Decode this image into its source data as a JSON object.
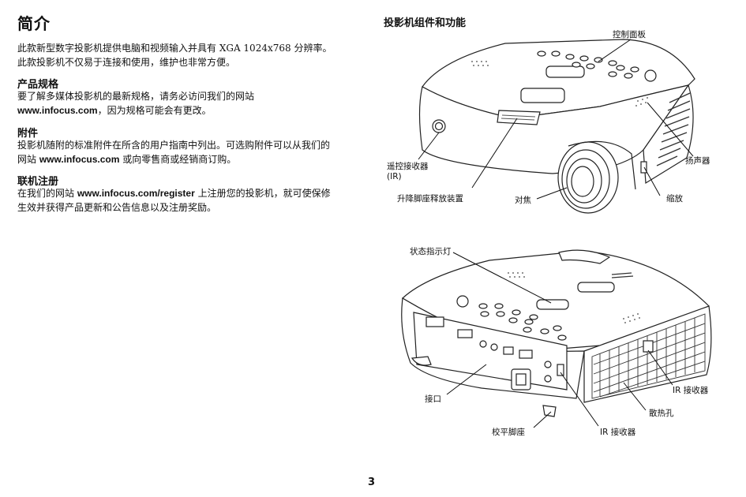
{
  "page_title": "简介",
  "intro": {
    "line1": "此款新型数字投影机提供电脑和视频输入并具有 XGA 1024x768 分辨率。",
    "line2": "此款投影机不仅易于连接和使用，维护也非常方便。"
  },
  "specs": {
    "heading": "产品规格",
    "line1": "要了解多媒体投影机的最新规格，请务必访问我们的网站",
    "link": "www.infocus.com",
    "line2_rest": "，因为规格可能会有更改。"
  },
  "accessories": {
    "heading": "附件",
    "line1": "投影机随附的标准附件在所含的用户指南中列出。可选购附件可以从我们的",
    "line2_pre": "网站 ",
    "link": "www.infocus.com",
    "line2_rest": " 或向零售商或经销商订购。"
  },
  "registration": {
    "heading": "联机注册",
    "line1_pre": "在我们的网站 ",
    "link": "www.infocus.com/register",
    "line1_rest": " 上注册您的投影机，就可使保修",
    "line2": "生效并获得产品更新和公告信息以及注册奖励。"
  },
  "figure": {
    "title": "投影机组件和功能",
    "labels": {
      "control_panel": "控制面板",
      "remote_receiver": "遥控接收器",
      "remote_receiver_ir": "(IR)",
      "elevator": "升降脚座释放装置",
      "focus": "对焦",
      "speaker": "扬声器",
      "zoom": "缩放",
      "status_light": "状态指示灯",
      "ir_receiver_right": "IR 接收器",
      "vents": "散热孔",
      "connector": "接口",
      "level_foot": "校平脚座",
      "ir_receiver_bottom": "IR 接收器"
    }
  },
  "page_number": "3"
}
